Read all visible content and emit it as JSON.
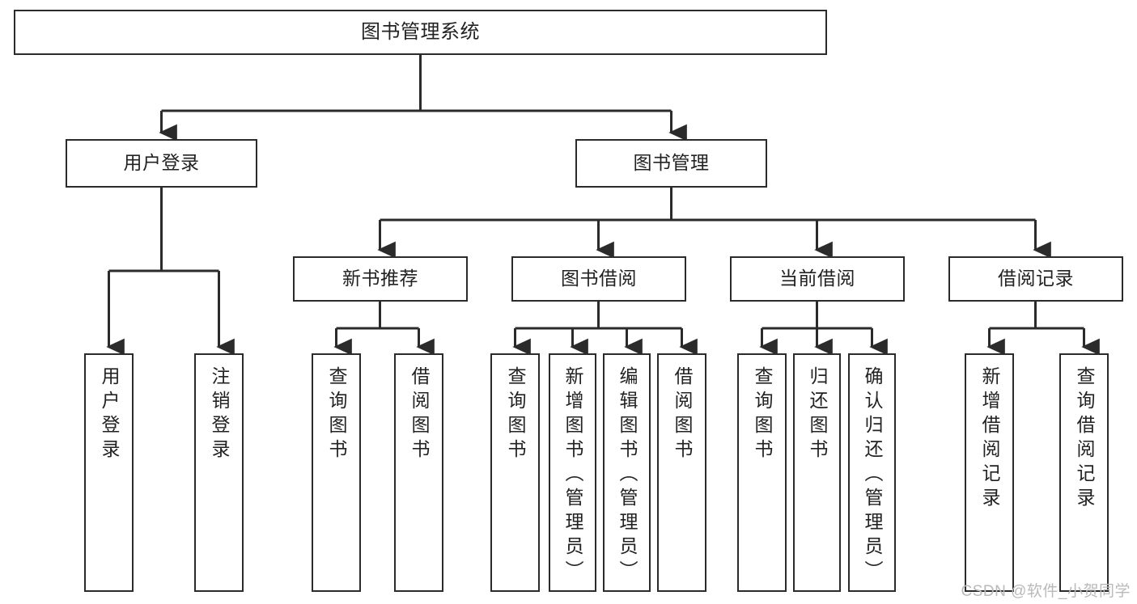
{
  "diagram": {
    "title": "图书管理系统",
    "type": "tree-hierarchy-diagram",
    "watermark": "CSDN @软件_小贺同学",
    "colors": {
      "box_border": "#2b2b2b",
      "box_fill": "#ffffff",
      "connector": "#2b2b2b",
      "text": "#222222",
      "watermark": "#b9b9b9",
      "background": "#ffffff"
    },
    "nodes": {
      "root": {
        "label": "图书管理系统"
      },
      "level2": [
        {
          "id": "user-login",
          "label": "用户登录"
        },
        {
          "id": "book-management",
          "label": "图书管理"
        }
      ],
      "level3": [
        {
          "id": "new-book-recommend",
          "label": "新书推荐"
        },
        {
          "id": "book-borrow",
          "label": "图书借阅"
        },
        {
          "id": "current-borrow",
          "label": "当前借阅"
        },
        {
          "id": "borrow-record",
          "label": "借阅记录"
        }
      ],
      "leaves": {
        "user-login": [
          {
            "id": "leaf-user-login",
            "label": "用户登录"
          },
          {
            "id": "leaf-logout-login",
            "label": "注销登录"
          }
        ],
        "new-book-recommend": [
          {
            "id": "leaf-query-book-1",
            "label": "查询图书"
          },
          {
            "id": "leaf-borrow-book-1",
            "label": "借阅图书"
          }
        ],
        "book-borrow": [
          {
            "id": "leaf-query-book-2",
            "label": "查询图书"
          },
          {
            "id": "leaf-add-book",
            "label": "新增图书（管理员）"
          },
          {
            "id": "leaf-edit-book",
            "label": "编辑图书（管理员）"
          },
          {
            "id": "leaf-borrow-book-2",
            "label": "借阅图书"
          }
        ],
        "current-borrow": [
          {
            "id": "leaf-query-book-3",
            "label": "查询图书"
          },
          {
            "id": "leaf-return-book",
            "label": "归还图书"
          },
          {
            "id": "leaf-confirm-return",
            "label": "确认归还（管理员）"
          }
        ],
        "borrow-record": [
          {
            "id": "leaf-add-record",
            "label": "新增借阅记录"
          },
          {
            "id": "leaf-query-record",
            "label": "查询借阅记录"
          }
        ]
      }
    }
  }
}
